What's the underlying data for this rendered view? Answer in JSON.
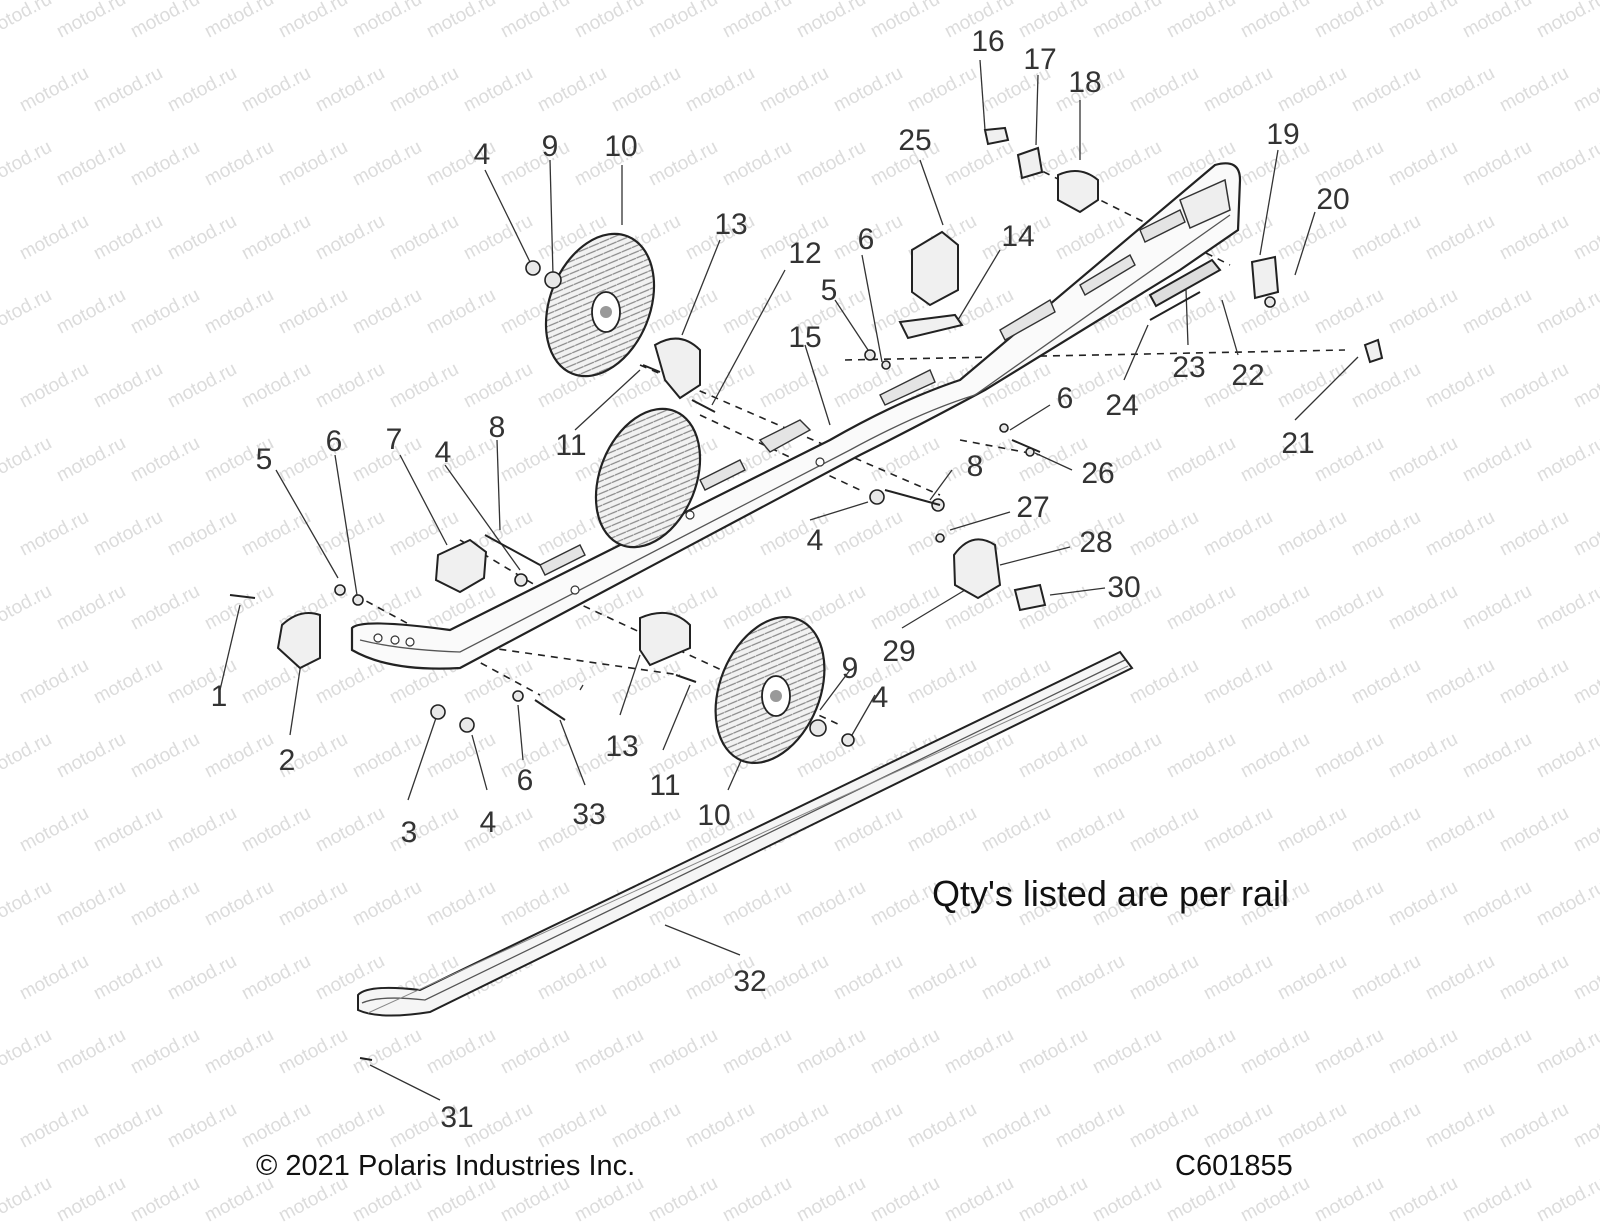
{
  "watermark": {
    "text": "motod.ru",
    "color": "#dcdcdc"
  },
  "note": "Qty's listed are per rail",
  "copyright": "© 2021 Polaris Industries Inc.",
  "figure_code": "C601855",
  "callouts": [
    {
      "id": "c1",
      "text": "1"
    },
    {
      "id": "c2",
      "text": "2"
    },
    {
      "id": "c3",
      "text": "3"
    },
    {
      "id": "c4a",
      "text": "4"
    },
    {
      "id": "c4b",
      "text": "4"
    },
    {
      "id": "c4c",
      "text": "4"
    },
    {
      "id": "c4d",
      "text": "4"
    },
    {
      "id": "c4e",
      "text": "4"
    },
    {
      "id": "c5a",
      "text": "5"
    },
    {
      "id": "c5b",
      "text": "5"
    },
    {
      "id": "c6a",
      "text": "6"
    },
    {
      "id": "c6b",
      "text": "6"
    },
    {
      "id": "c6c",
      "text": "6"
    },
    {
      "id": "c6d",
      "text": "6"
    },
    {
      "id": "c7",
      "text": "7"
    },
    {
      "id": "c8a",
      "text": "8"
    },
    {
      "id": "c8b",
      "text": "8"
    },
    {
      "id": "c9a",
      "text": "9"
    },
    {
      "id": "c9b",
      "text": "9"
    },
    {
      "id": "c10a",
      "text": "10"
    },
    {
      "id": "c10b",
      "text": "10"
    },
    {
      "id": "c11a",
      "text": "11"
    },
    {
      "id": "c11b",
      "text": "11"
    },
    {
      "id": "c12",
      "text": "12"
    },
    {
      "id": "c13a",
      "text": "13"
    },
    {
      "id": "c13b",
      "text": "13"
    },
    {
      "id": "c14",
      "text": "14"
    },
    {
      "id": "c15",
      "text": "15"
    },
    {
      "id": "c16",
      "text": "16"
    },
    {
      "id": "c17",
      "text": "17"
    },
    {
      "id": "c18",
      "text": "18"
    },
    {
      "id": "c19",
      "text": "19"
    },
    {
      "id": "c20",
      "text": "20"
    },
    {
      "id": "c21",
      "text": "21"
    },
    {
      "id": "c22",
      "text": "22"
    },
    {
      "id": "c23",
      "text": "23"
    },
    {
      "id": "c24",
      "text": "24"
    },
    {
      "id": "c25",
      "text": "25"
    },
    {
      "id": "c26",
      "text": "26"
    },
    {
      "id": "c27",
      "text": "27"
    },
    {
      "id": "c28",
      "text": "28"
    },
    {
      "id": "c29",
      "text": "29"
    },
    {
      "id": "c30",
      "text": "30"
    },
    {
      "id": "c31",
      "text": "31"
    },
    {
      "id": "c32",
      "text": "32"
    },
    {
      "id": "c33",
      "text": "33"
    }
  ]
}
